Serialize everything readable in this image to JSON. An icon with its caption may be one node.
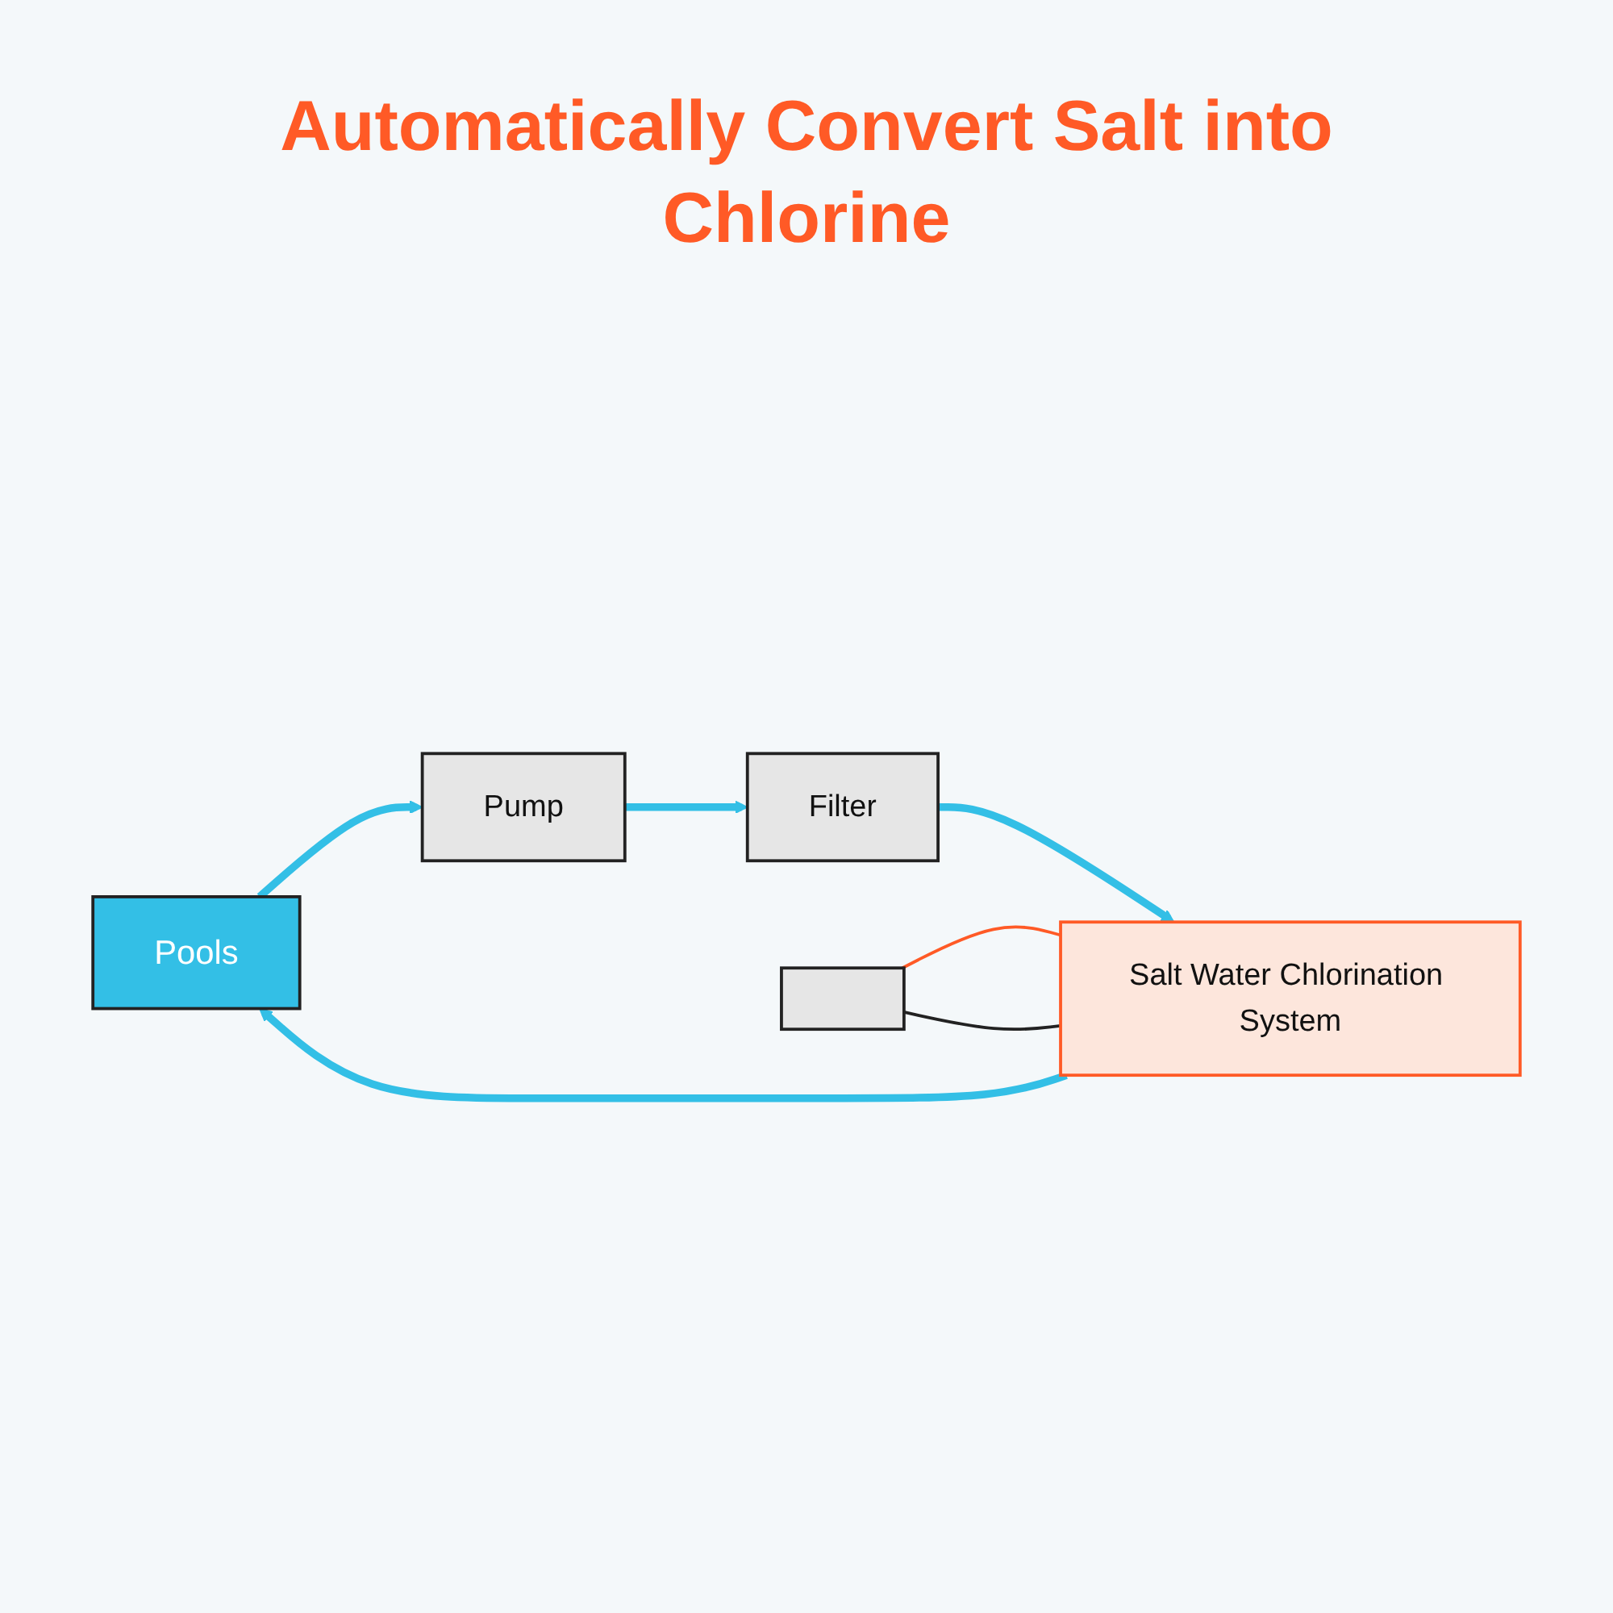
{
  "diagram": {
    "title": "Automatically Convert Salt into Chlorine",
    "nodes": [
      {
        "text": [
          "Pools"
        ]
      },
      {
        "text": [
          "Pump"
        ]
      },
      {
        "text": [
          "Filter"
        ]
      },
      {
        "text": [
          "Salt Water Chlorination System"
        ]
      },
      {
        "text": [],
        "shape": "box"
      }
    ],
    "edges": [
      {
        "from": 0,
        "to": 1,
        "arrow": "to"
      },
      {
        "from": 1,
        "to": 2,
        "arrow": "to"
      },
      {
        "from": 2,
        "to": 3,
        "arrow": "to"
      },
      {
        "from": 3,
        "to": 0,
        "arrow": "to"
      },
      {
        "from": 4,
        "to": 3,
        "arrow": "none",
        "color": "#ff5a26"
      },
      {
        "from": 4,
        "to": 3,
        "arrow": "none",
        "color": "#222222"
      }
    ]
  }
}
